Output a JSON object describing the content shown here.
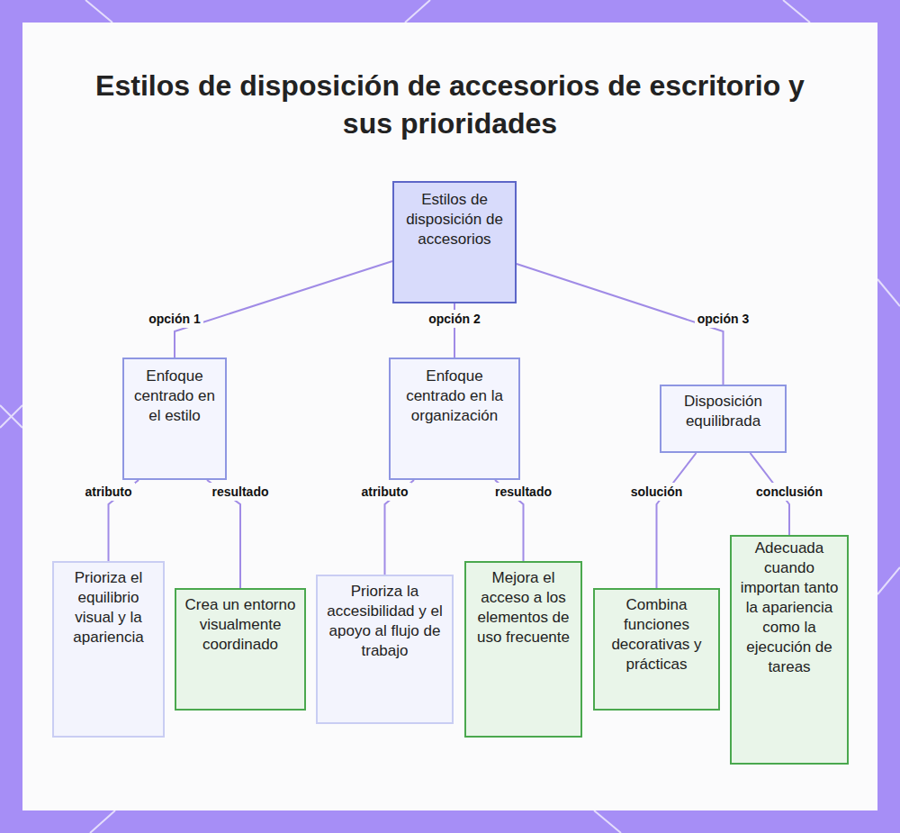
{
  "diagram": {
    "title": "Estilos de disposición de accesorios de escritorio y sus prioridades",
    "nodes": [
      {
        "text": [
          "Estilos de disposición de accesorios"
        ]
      },
      {
        "text": [
          "Enfoque centrado en el estilo"
        ]
      },
      {
        "text": [
          "Enfoque centrado en la organización"
        ]
      },
      {
        "text": [
          "Disposición equilibrada"
        ]
      },
      {
        "text": [
          "Prioriza el equilibrio visual y la apariencia"
        ]
      },
      {
        "text": [
          "Crea un entorno visualmente coordinado"
        ]
      },
      {
        "text": [
          "Prioriza la accesibilidad y el apoyo al flujo de trabajo"
        ]
      },
      {
        "text": [
          "Mejora el acceso a los elementos de uso frecuente"
        ]
      },
      {
        "text": [
          "Combina funciones decorativas y prácticas"
        ]
      },
      {
        "text": [
          "Adecuada cuando importan tanto la apariencia como la ejecución de tareas"
        ]
      }
    ],
    "edges": [
      {
        "from": 0,
        "to": 1,
        "label": "opción 1",
        "arrow": "none"
      },
      {
        "from": 0,
        "to": 2,
        "label": "opción 2",
        "arrow": "none"
      },
      {
        "from": 0,
        "to": 3,
        "label": "opción 3",
        "arrow": "none"
      },
      {
        "from": 1,
        "to": 4,
        "label": "atributo",
        "arrow": "none"
      },
      {
        "from": 1,
        "to": 5,
        "label": "resultado",
        "arrow": "none"
      },
      {
        "from": 2,
        "to": 6,
        "label": "atributo",
        "arrow": "none"
      },
      {
        "from": 2,
        "to": 7,
        "label": "resultado",
        "arrow": "none"
      },
      {
        "from": 3,
        "to": 8,
        "label": "solución",
        "arrow": "none"
      },
      {
        "from": 3,
        "to": 9,
        "label": "conclusión",
        "arrow": "none"
      }
    ]
  }
}
